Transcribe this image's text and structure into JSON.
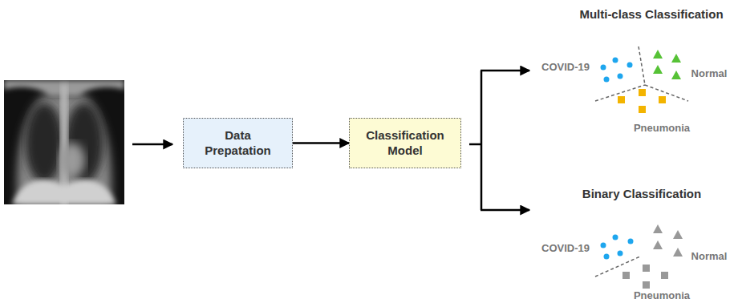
{
  "diagram": {
    "nodes": [
      {
        "text": [
          "Data Prepatation"
        ]
      },
      {
        "text": [
          "Classification Model"
        ]
      }
    ],
    "edges": [
      {
        "from": 0,
        "to": 1,
        "arrow": "to"
      }
    ],
    "labels": [
      "Multi-class Classification",
      "COVID-19",
      "Normal",
      "Pneumonia",
      "Binary Classification",
      "COVID-19",
      "Normal",
      "Pneumonia"
    ]
  }
}
